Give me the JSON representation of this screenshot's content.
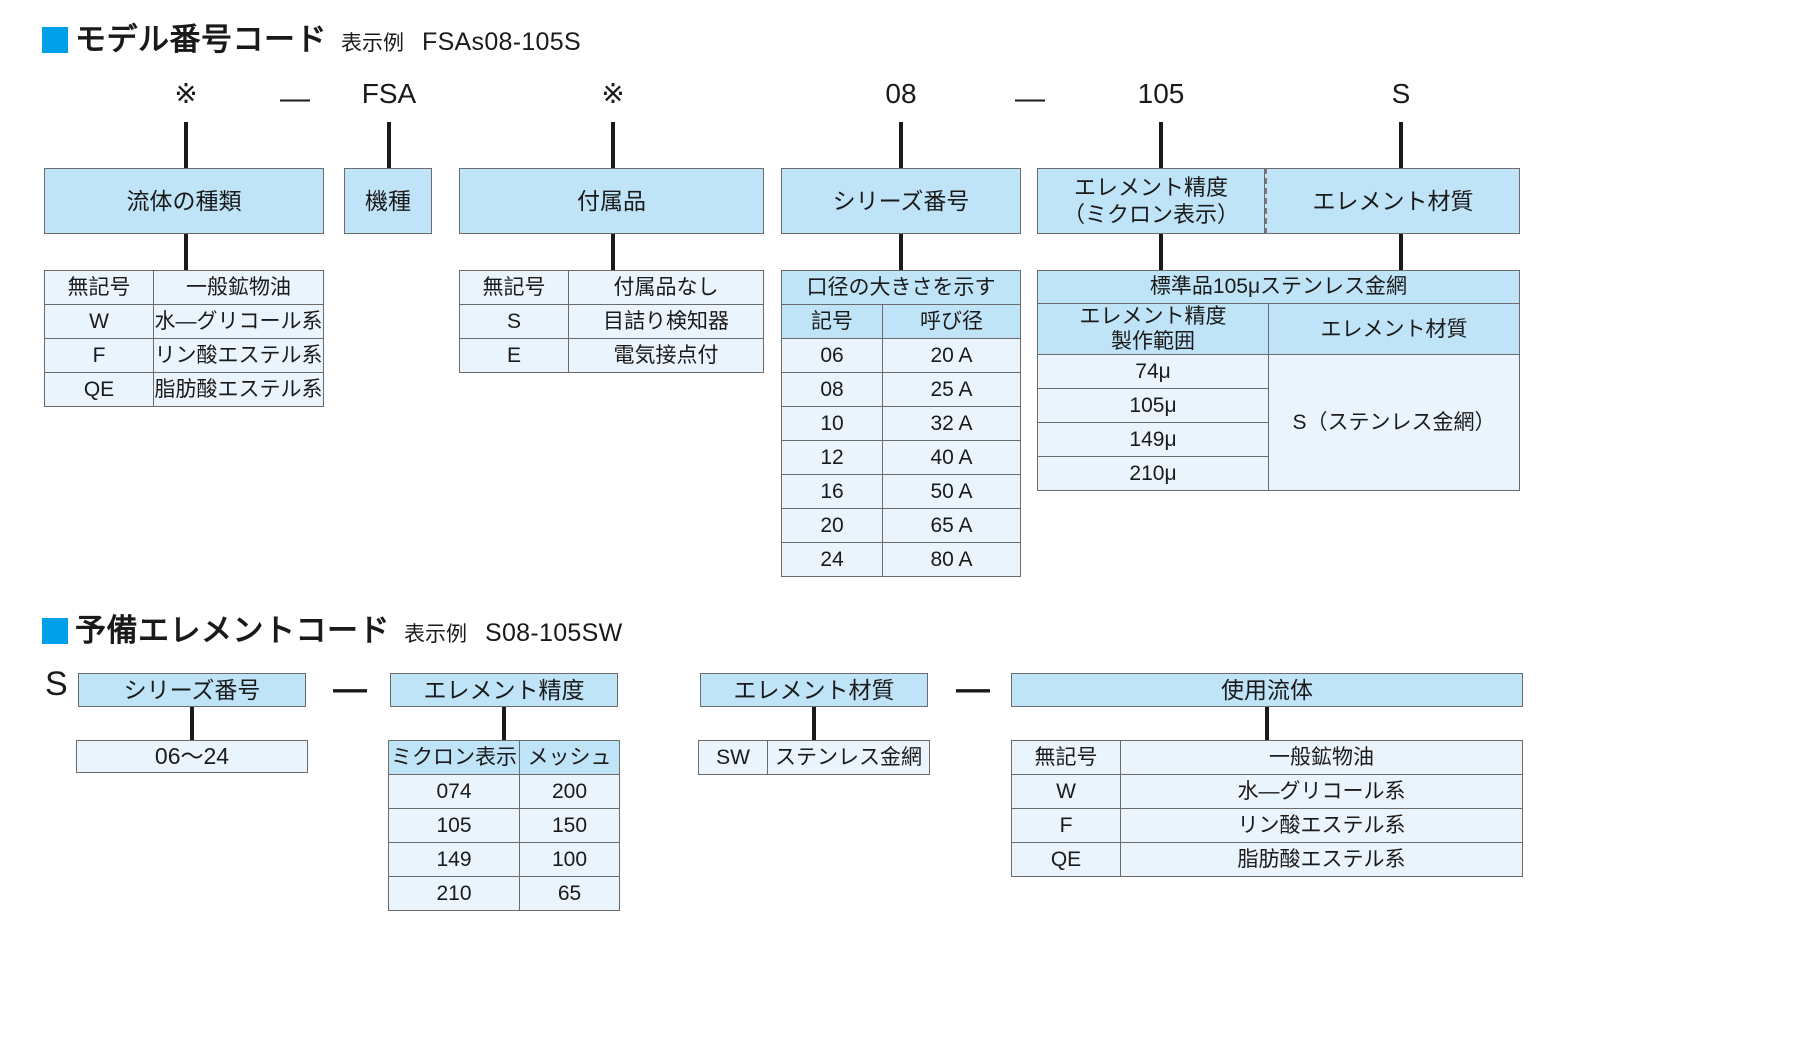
{
  "sections": [
    {
      "id": "model-number-code",
      "marker_color": "#00a0e9",
      "title": "モデル番号コード",
      "example_label": "表示例",
      "example_value": "FSAs08-105S"
    },
    {
      "id": "spare-element-code",
      "marker_color": "#00a0e9",
      "title": "予備エレメントコード",
      "example_label": "表示例",
      "example_value": "S08-105SW"
    }
  ],
  "model_code": {
    "tokens": {
      "fluid": "※",
      "dash1": "—",
      "model": "FSA",
      "accessory": "※",
      "series": "08",
      "dash2": "—",
      "precision": "105",
      "material": "S"
    },
    "groups": {
      "fluid_type": "流体の種類",
      "model_type": "機種",
      "accessory": "付属品",
      "series_number": "シリーズ番号",
      "element_precision": "エレメント精度\n（ミクロン表示）",
      "element_precision_line1": "エレメント精度",
      "element_precision_line2": "（ミクロン表示）",
      "element_material": "エレメント材質"
    },
    "fluid_table": {
      "rows": [
        {
          "code": "無記号",
          "name": "一般鉱物油"
        },
        {
          "code": "W",
          "name": "水—グリコール系"
        },
        {
          "code": "F",
          "name": "リン酸エステル系"
        },
        {
          "code": "QE",
          "name": "脂肪酸エステル系"
        }
      ]
    },
    "accessory_table": {
      "rows": [
        {
          "code": "無記号",
          "name": "付属品なし"
        },
        {
          "code": "S",
          "name": "目詰り検知器"
        },
        {
          "code": "E",
          "name": "電気接点付"
        }
      ]
    },
    "series_table": {
      "caption": "口径の大きさを示す",
      "headers": [
        "記号",
        "呼び径"
      ],
      "rows": [
        [
          "06",
          "20 A"
        ],
        [
          "08",
          "25 A"
        ],
        [
          "10",
          "32 A"
        ],
        [
          "12",
          "40 A"
        ],
        [
          "16",
          "50 A"
        ],
        [
          "20",
          "65 A"
        ],
        [
          "24",
          "80 A"
        ]
      ]
    },
    "element_table": {
      "caption": "標準品105μステンレス金網",
      "headers": [
        "エレメント精度\n製作範囲",
        "エレメント材質"
      ],
      "header_left_line1": "エレメント精度",
      "header_left_line2": "製作範囲",
      "header_right": "エレメント材質",
      "precision_values": [
        "74μ",
        "105μ",
        "149μ",
        "210μ"
      ],
      "material_value": "S（ステンレス金網）"
    }
  },
  "spare_code": {
    "prefix": "S",
    "dash1": "—",
    "dash2": "—",
    "groups": {
      "series_number": "シリーズ番号",
      "element_precision": "エレメント精度",
      "element_material": "エレメント材質",
      "working_fluid": "使用流体"
    },
    "series_value": "06〜24",
    "precision_table": {
      "headers": [
        "ミクロン表示",
        "メッシュ"
      ],
      "rows": [
        [
          "074",
          "200"
        ],
        [
          "105",
          "150"
        ],
        [
          "149",
          "100"
        ],
        [
          "210",
          "65"
        ]
      ]
    },
    "material_table": {
      "rows": [
        {
          "code": "SW",
          "name": "ステンレス金網"
        }
      ]
    },
    "fluid_table": {
      "rows": [
        {
          "code": "無記号",
          "name": "一般鉱物油"
        },
        {
          "code": "W",
          "name": "水—グリコール系"
        },
        {
          "code": "F",
          "name": "リン酸エステル系"
        },
        {
          "code": "QE",
          "name": "脂肪酸エステル系"
        }
      ]
    }
  }
}
